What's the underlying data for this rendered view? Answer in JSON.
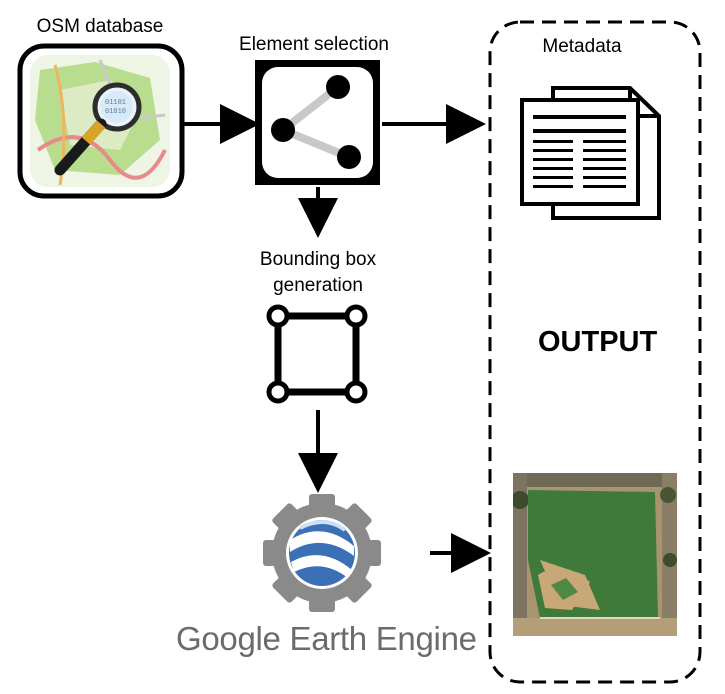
{
  "nodes": {
    "osm": {
      "label": "OSM database",
      "icon": "osm-map-magnifier-icon"
    },
    "selection": {
      "label": "Element selection",
      "icon": "share-graph-icon"
    },
    "bbox": {
      "label_line1": "Bounding box",
      "label_line2": "generation",
      "icon": "bounding-box-icon"
    },
    "gee": {
      "label": "Google Earth Engine",
      "icon": "google-earth-engine-logo"
    }
  },
  "output": {
    "title": "OUTPUT",
    "metadata_label": "Metadata",
    "metadata_icon": "document-icon",
    "image_icon": "baseball-field-satellite-image"
  },
  "colors": {
    "stroke": "#000000",
    "gee_text": "#6b6b6b",
    "gee_gear": "#8a8a8a",
    "gee_globe": "#3b6fb6",
    "field_grass": "#3f7a3a",
    "infield_dirt": "#c9a877"
  }
}
